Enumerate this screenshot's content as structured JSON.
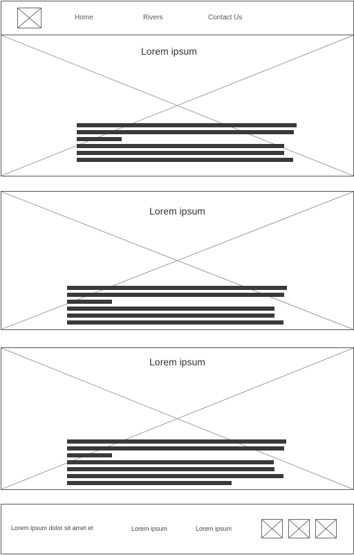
{
  "header": {
    "logo_icon": "image-placeholder-icon",
    "nav": [
      {
        "label": "Home"
      },
      {
        "label": "Rivers"
      },
      {
        "label": "Contact Us"
      }
    ]
  },
  "sections": [
    {
      "title": "Lorem ipsum"
    },
    {
      "title": "Lorem ipsum"
    },
    {
      "title": "Lorem ipsum"
    }
  ],
  "footer": {
    "text": "Lorem ipsum dolor sit amet et",
    "links": [
      {
        "label": "Lorem ipsum"
      },
      {
        "label": "Lorem ipsum"
      }
    ],
    "social_icons": [
      "image-placeholder-icon",
      "image-placeholder-icon",
      "image-placeholder-icon"
    ]
  }
}
